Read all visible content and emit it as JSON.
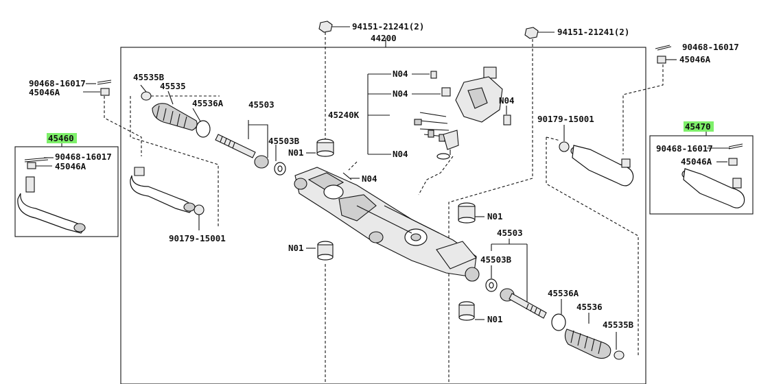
{
  "diagram": {
    "labels": {
      "top_bolt_left": "94151-21241(2)",
      "top_bolt_right": "94151-21241(2)",
      "assembly": "44200",
      "pin_right_top": "90468-16017",
      "nut_right_top": "45046A",
      "pin_left_top": "90468-16017",
      "nut_left_top": "45046A",
      "clamp_left": "45535B",
      "boot_left": "45535",
      "band_left": "45536A",
      "rod_left": "45503",
      "washer_left": "45503B",
      "bush_top": "N01",
      "n04_a": "N04",
      "n04_b": "N04",
      "valve": "45240K",
      "n04_c": "N04",
      "n04_d": "N04",
      "n04_e": "N04",
      "end_left_box": "45460",
      "pin_left_box": "90468-16017",
      "nut_left_box": "45046A",
      "grease_left": "90179-15001",
      "bush_left_lower": "N01",
      "grease_right": "90179-15001",
      "end_right_box": "45470",
      "pin_right_box": "90468-16017",
      "nut_right_box": "45046A",
      "bush_right_upper": "N01",
      "rod_right": "45503",
      "washer_right": "45503B",
      "band_right": "45536A",
      "boot_right": "45536",
      "clamp_right": "45535B",
      "bush_right_lower": "N01"
    },
    "highlight_color": "#7ef06a"
  }
}
